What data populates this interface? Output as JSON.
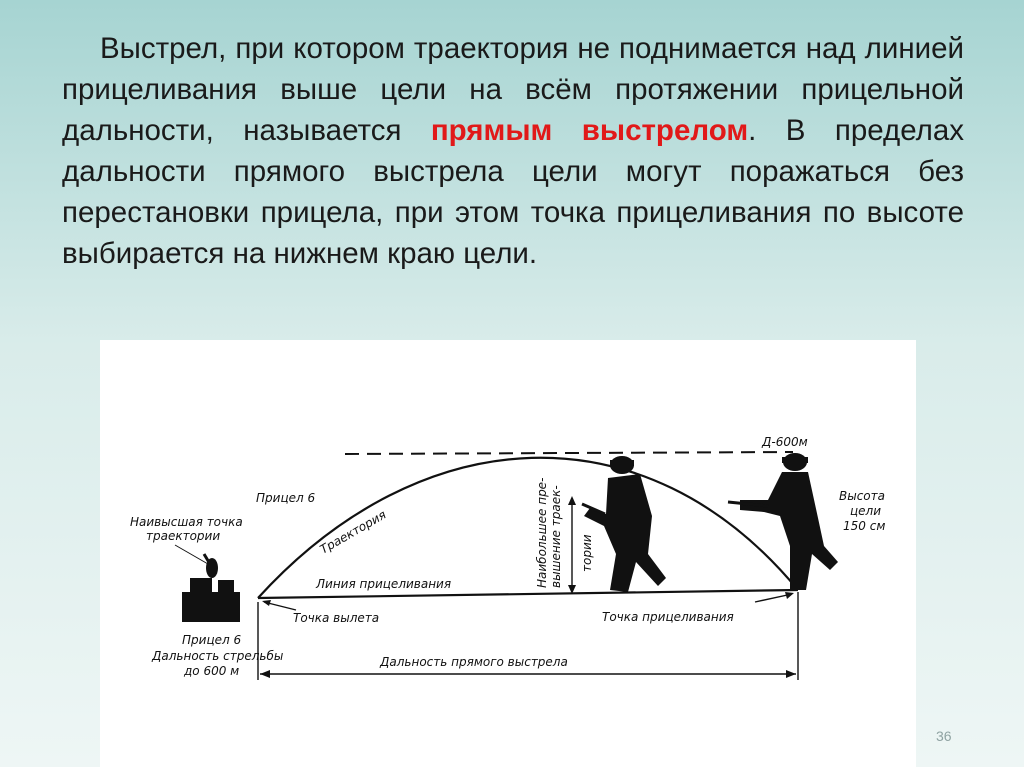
{
  "paragraph": {
    "before": "Выстрел, при котором траектория не поднимается над линией прицеливания выше цели на всём протяжении прицельной дальности, называется ",
    "highlight": "прямым выстрелом",
    "after": ". В пределах дальности прямого выстрела цели могут поражаться без перестановки прицела, при этом точка прицеливания по высоте выбирается на нижнем краю цели."
  },
  "diagram": {
    "label_highest_point_l1": "Наивысшая точка",
    "label_highest_point_l2": "траектории",
    "label_sight_top": "Прицел 6",
    "label_trajectory": "Траектория",
    "label_line_of_sight": "Линия прицеливания",
    "label_departure_point": "Точка вылета",
    "label_aiming_point": "Точка прицеливания",
    "label_sight_bottom": "Прицел 6",
    "label_range_l1": "Дальность стрельбы",
    "label_range_l2": "до 600 м",
    "label_direct_shot_range": "Дальность прямого выстрела",
    "label_max_excess_l1": "Наибольшее пре-",
    "label_max_excess_l2": "вышение трaек-",
    "label_max_excess_l3": "тории",
    "label_distance": "Д-600м",
    "label_target_height_l1": "Высота",
    "label_target_height_l2": "цели",
    "label_target_height_l3": "150 см"
  },
  "page_number": "36"
}
